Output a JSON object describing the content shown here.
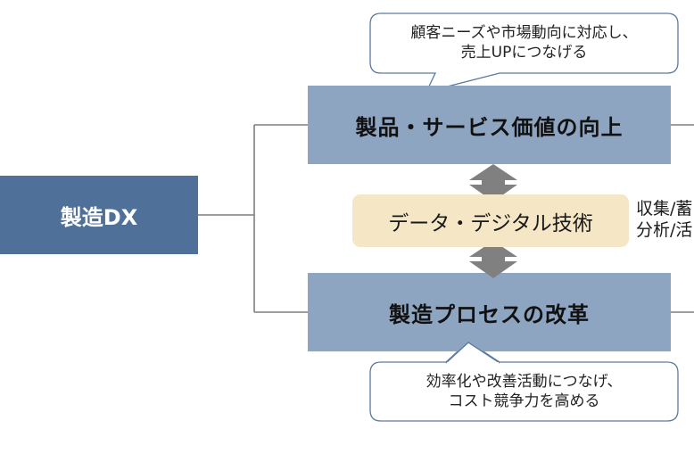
{
  "diagram": {
    "root": {
      "label": "製造DX"
    },
    "branches": [
      {
        "label": "製品・サービス価値の向上",
        "callout": [
          "顧客ニーズや市場動向に対応し、",
          "売上UPにつなげる"
        ]
      },
      {
        "label": "製造プロセスの改革",
        "callout": [
          "効率化や改善活動につなげ、",
          "コスト競争力を高める"
        ]
      }
    ],
    "center": {
      "label": "データ・デジタル技術",
      "side_note": [
        "収集/蓄",
        "分析/活"
      ]
    },
    "colors": {
      "root_fill": "#4f7199",
      "branch_fill": "#8ea5c2",
      "center_fill": "#f5e7c6",
      "arrow_fill": "#808080",
      "connector": "#7f7f7f",
      "callout_border": "#5a7aa0"
    }
  }
}
